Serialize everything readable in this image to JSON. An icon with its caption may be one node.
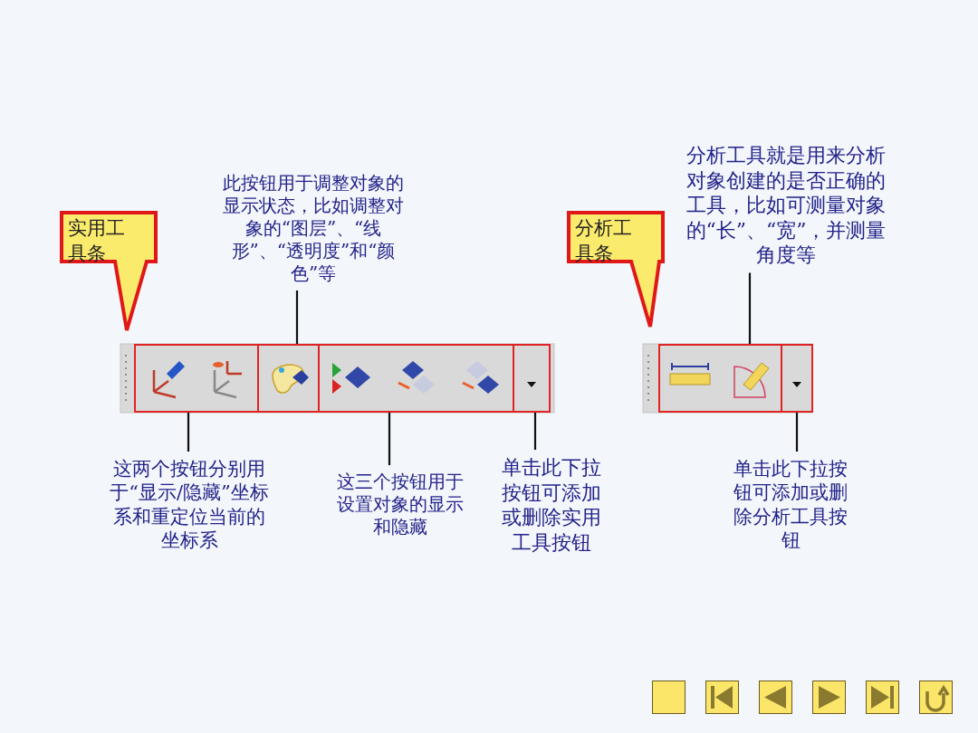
{
  "diagram": {
    "nodes": [
      {
        "text": [
          "实用工具条"
        ]
      },
      {
        "text": [
          "此按钮用于调整对象的显示状态，比如调整对象的“图层”、“线形”、“透明度”和“颜色”等"
        ]
      },
      {
        "text": [
          "分析工具条"
        ]
      },
      {
        "text": [
          "分析工具就是用来分析对象创建的是否正确的工具，比如可测量对象的“长”、“宽”，并测量角度等"
        ]
      },
      {
        "text": [],
        "shape": "box"
      },
      {
        "text": [],
        "shape": "box"
      },
      {
        "text": [],
        "shape": "box"
      },
      {
        "text": [],
        "shape": "box"
      },
      {
        "text": [],
        "shape": "box"
      },
      {
        "text": [],
        "shape": "box"
      },
      {
        "text": [
          "这两个按钮分别用于“显示/隐藏”坐标系和重定位当前的坐标系"
        ]
      },
      {
        "text": [
          "这三个按钮用于设置对象的显示和隐藏"
        ]
      },
      {
        "text": [
          "单击此下拉按钮可添加或删除实用工具按钮"
        ]
      },
      {
        "text": [
          "单击此下拉按钮可添加或删除分析工具按钮"
        ]
      }
    ],
    "edges": [
      {
        "from": 1,
        "to": 5,
        "arrow": "none"
      },
      {
        "from": 3,
        "to": 8,
        "arrow": "none"
      },
      {
        "from": 10,
        "to": 4,
        "arrow": "none"
      },
      {
        "from": 11,
        "to": 6,
        "arrow": "none"
      },
      {
        "from": 12,
        "to": 7,
        "arrow": "none"
      },
      {
        "from": 13,
        "to": 9,
        "arrow": "none"
      }
    ]
  }
}
